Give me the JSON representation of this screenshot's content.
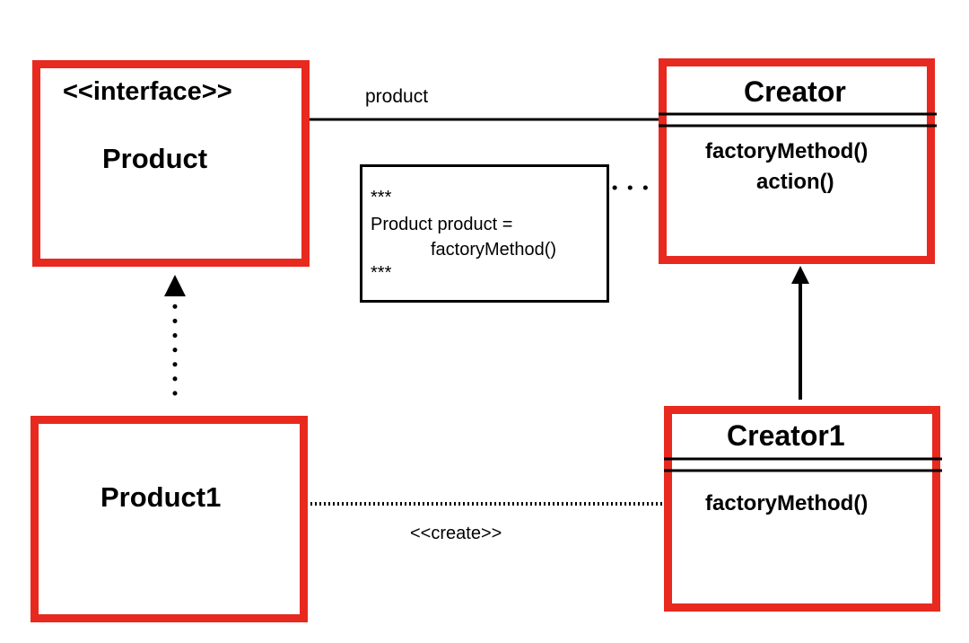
{
  "product": {
    "stereotype": "<<interface>>",
    "name": "Product"
  },
  "creator": {
    "name": "Creator",
    "methods": [
      "factoryMethod()",
      "action()"
    ]
  },
  "product1": {
    "name": "Product1"
  },
  "creator1": {
    "name": "Creator1",
    "methods": [
      "factoryMethod()"
    ]
  },
  "association": {
    "label": "product"
  },
  "dependency": {
    "label": "<<create>>"
  },
  "note": {
    "lines": [
      "***",
      "Product product =",
      "factoryMethod()",
      "***"
    ]
  },
  "colors": {
    "box_border": "#e8291f",
    "line": "#000000",
    "background": "#ffffff"
  }
}
